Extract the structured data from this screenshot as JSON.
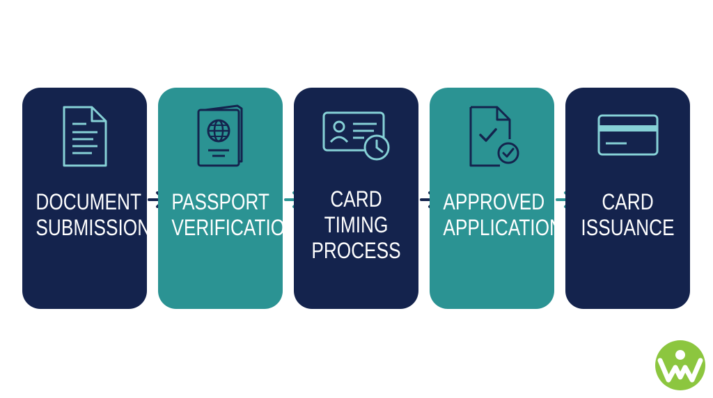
{
  "steps": [
    {
      "line1": "DOCUMENT",
      "line2": "SUBMISSION",
      "line3": "",
      "icon": "document-icon",
      "color": "#14234d"
    },
    {
      "line1": "PASSPORT",
      "line2": "VERIFICATION",
      "line3": "",
      "icon": "passport-icon",
      "color": "#2b9393"
    },
    {
      "line1": "CARD",
      "line2": "TIMING",
      "line3": "PROCESS",
      "icon": "id-card-clock-icon",
      "color": "#14234d"
    },
    {
      "line1": "APPROVED",
      "line2": "APPLICATION",
      "line3": "",
      "icon": "approved-document-icon",
      "color": "#2b9393"
    },
    {
      "line1": "CARD",
      "line2": "ISSUANCE",
      "line3": "",
      "icon": "credit-card-icon",
      "color": "#14234d"
    }
  ],
  "arrows": [
    {
      "icon": "chevron-arrow-right-icon",
      "color": "#14234d"
    },
    {
      "icon": "chevron-arrow-right-icon",
      "color": "#2b9393"
    },
    {
      "icon": "chevron-arrow-right-icon",
      "color": "#14234d"
    },
    {
      "icon": "chevron-arrow-right-icon",
      "color": "#2b9393"
    }
  ],
  "logo": {
    "icon": "brand-logo-icon",
    "color": "#8cc63f"
  },
  "icon_stroke_color": "#86d1d6"
}
